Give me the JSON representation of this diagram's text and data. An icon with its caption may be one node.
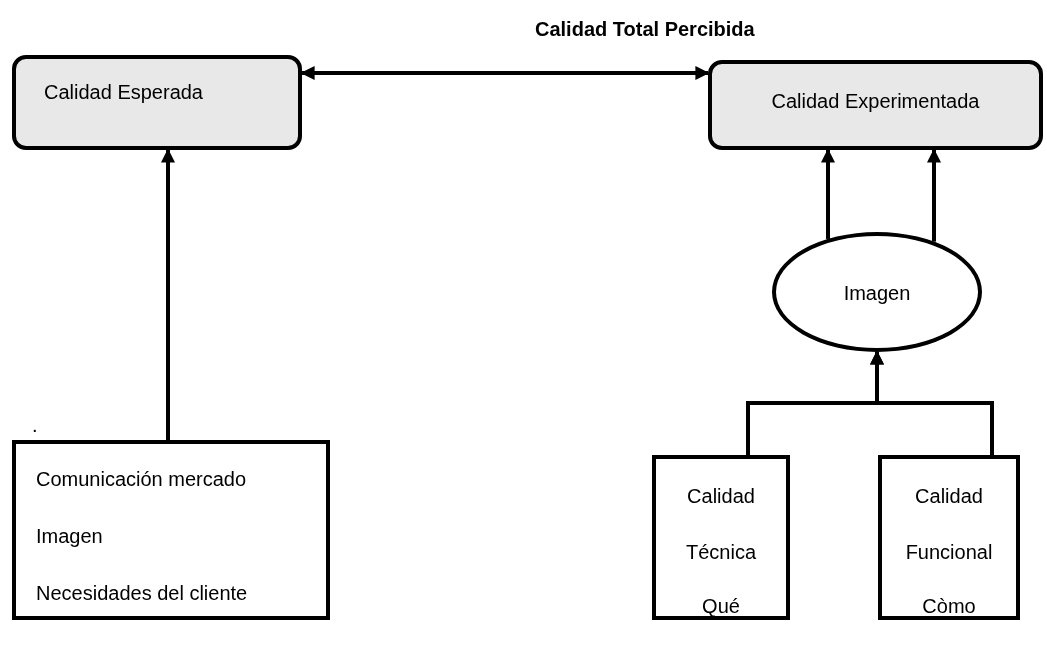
{
  "diagram": {
    "title": "Calidad Total Percibida",
    "nodes": [
      {
        "text": [
          "Calidad Esperada"
        ]
      },
      {
        "text": [
          "Calidad Experimentada"
        ]
      },
      {
        "text": [
          "Imagen"
        ]
      },
      {
        "text": [
          "Comunicación mercado",
          "Imagen",
          "Necesidades del cliente"
        ]
      },
      {
        "text": [
          "Calidad",
          "Técnica",
          "Qué"
        ]
      },
      {
        "text": [
          "Calidad",
          "Funcional",
          "Còmo"
        ]
      }
    ],
    "edges": [
      {
        "from": 0,
        "to": 1,
        "arrow": "both"
      },
      {
        "from": 3,
        "to": 0,
        "arrow": "to"
      },
      {
        "from": 2,
        "to": 1,
        "arrow": "to"
      },
      {
        "from": 2,
        "to": 1,
        "arrow": "to"
      },
      {
        "from": 4,
        "to": 2,
        "arrow": "to"
      },
      {
        "from": 5,
        "to": 2,
        "arrow": "to"
      }
    ],
    "labels": [
      "."
    ]
  }
}
